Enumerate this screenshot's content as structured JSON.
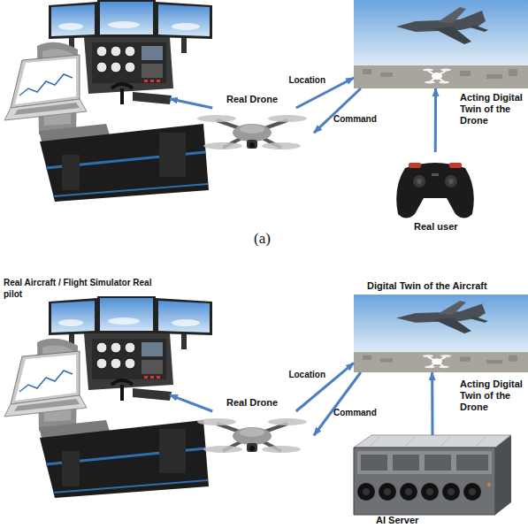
{
  "diagram": {
    "nodes": [
      {
        "text": []
      },
      {
        "text": [
          "Real Drone"
        ]
      },
      {
        "text": [
          "Acting Digital Twin of the Drone"
        ]
      },
      {
        "text": [
          "Real user"
        ]
      },
      {
        "text": [
          "Real Aircraft / Flight Simulator Real pilot"
        ]
      },
      {
        "text": [
          "Real Drone"
        ]
      },
      {
        "text": [
          "Digital Twin of the Aircraft",
          "Acting Digital Twin of the Drone"
        ]
      },
      {
        "text": [
          "AI Server"
        ]
      }
    ],
    "edges": [
      {
        "from": 1,
        "to": 0,
        "arrow": "to"
      },
      {
        "from": 1,
        "to": 2,
        "label": "Location",
        "arrow": "to"
      },
      {
        "from": 2,
        "to": 1,
        "label": "Command",
        "arrow": "to"
      },
      {
        "from": 3,
        "to": 2,
        "arrow": "to"
      },
      {
        "from": 5,
        "to": 4,
        "arrow": "to"
      },
      {
        "from": 5,
        "to": 6,
        "label": "Location",
        "arrow": "to"
      },
      {
        "from": 6,
        "to": 5,
        "label": "Command",
        "arrow": "to"
      },
      {
        "from": 7,
        "to": 6,
        "arrow": "to"
      }
    ],
    "labels": [
      "(a)"
    ]
  }
}
